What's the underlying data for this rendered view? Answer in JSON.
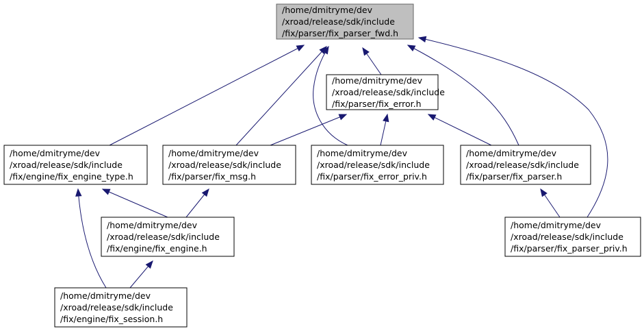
{
  "nodes": [
    {
      "id": "fix_parser_fwd",
      "lines": [
        "/home/dmitryme/dev",
        "/xroad/release/sdk/include",
        "/fix/parser/fix_parser_fwd.h"
      ],
      "root": true
    },
    {
      "id": "fix_error",
      "lines": [
        "/home/dmitryme/dev",
        "/xroad/release/sdk/include",
        "/fix/parser/fix_error.h"
      ]
    },
    {
      "id": "fix_engine_type",
      "lines": [
        "/home/dmitryme/dev",
        "/xroad/release/sdk/include",
        "/fix/engine/fix_engine_type.h"
      ]
    },
    {
      "id": "fix_msg",
      "lines": [
        "/home/dmitryme/dev",
        "/xroad/release/sdk/include",
        "/fix/parser/fix_msg.h"
      ]
    },
    {
      "id": "fix_error_priv",
      "lines": [
        "/home/dmitryme/dev",
        "/xroad/release/sdk/include",
        "/fix/parser/fix_error_priv.h"
      ]
    },
    {
      "id": "fix_parser",
      "lines": [
        "/home/dmitryme/dev",
        "/xroad/release/sdk/include",
        "/fix/parser/fix_parser.h"
      ]
    },
    {
      "id": "fix_engine",
      "lines": [
        "/home/dmitryme/dev",
        "/xroad/release/sdk/include",
        "/fix/engine/fix_engine.h"
      ]
    },
    {
      "id": "fix_parser_priv",
      "lines": [
        "/home/dmitryme/dev",
        "/xroad/release/sdk/include",
        "/fix/parser/fix_parser_priv.h"
      ]
    },
    {
      "id": "fix_session",
      "lines": [
        "/home/dmitryme/dev",
        "/xroad/release/sdk/include",
        "/fix/engine/fix_session.h"
      ]
    }
  ],
  "edges": [
    {
      "from": "fix_error",
      "to": "fix_parser_fwd"
    },
    {
      "from": "fix_engine_type",
      "to": "fix_parser_fwd"
    },
    {
      "from": "fix_msg",
      "to": "fix_parser_fwd"
    },
    {
      "from": "fix_error_priv",
      "to": "fix_parser_fwd"
    },
    {
      "from": "fix_parser",
      "to": "fix_parser_fwd"
    },
    {
      "from": "fix_parser_priv",
      "to": "fix_parser_fwd"
    },
    {
      "from": "fix_msg",
      "to": "fix_error"
    },
    {
      "from": "fix_error_priv",
      "to": "fix_error"
    },
    {
      "from": "fix_parser",
      "to": "fix_error"
    },
    {
      "from": "fix_engine",
      "to": "fix_engine_type"
    },
    {
      "from": "fix_session",
      "to": "fix_engine_type"
    },
    {
      "from": "fix_engine",
      "to": "fix_msg"
    },
    {
      "from": "fix_parser_priv",
      "to": "fix_parser"
    },
    {
      "from": "fix_session",
      "to": "fix_engine"
    }
  ],
  "colors": {
    "edge": "#191970",
    "root_fill": "#bfbfbf",
    "node_fill": "#ffffff"
  }
}
